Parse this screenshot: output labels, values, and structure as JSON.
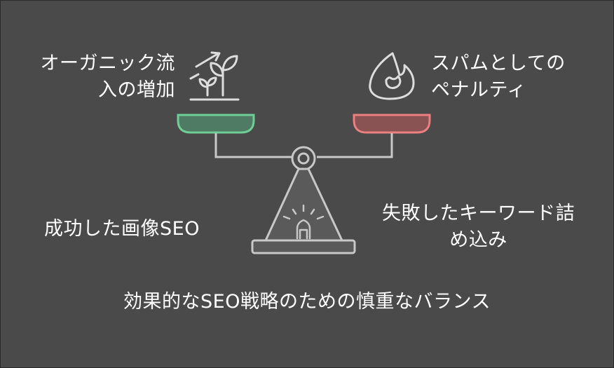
{
  "left_outcome": {
    "line1": "オーガニック流",
    "line2": "入の増加",
    "color": "#6fcf97"
  },
  "right_outcome": {
    "line1": "スパムとしての",
    "line2": "ペナルティ",
    "color": "#ea8080"
  },
  "left_strategy": "成功した画像SEO",
  "right_strategy": {
    "line1": "失敗したキーワード詰",
    "line2": "め込み"
  },
  "caption": "効果的なSEO戦略のための慎重なバランス",
  "icons": {
    "left": "growth-sprout-icon",
    "right": "flame-icon"
  },
  "colors": {
    "background": "#4a4a4a",
    "line": "#c8c8c8",
    "left_pan_fill": "#4f7a64",
    "right_pan_fill": "#8a5353"
  }
}
